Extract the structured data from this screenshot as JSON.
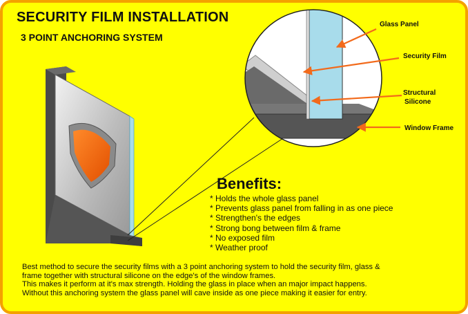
{
  "title": "SECURITY FILM INSTALLATION",
  "subtitle": "3 POINT ANCHORING SYSTEM",
  "labels": {
    "glass_panel": "Glass Panel",
    "security_film": "Security Film",
    "structural_silicone_1": "Structural",
    "structural_silicone_2": "Silicone",
    "window_frame": "Window Frame"
  },
  "benefits": {
    "heading": "Benefits:",
    "items": [
      "* Holds the whole glass panel",
      "* Prevents glass panel from falling in as one piece",
      "* Strengthen's the edges",
      "* Strong bong between film & frame",
      "* No exposed film",
      "* Weather proof"
    ]
  },
  "description": [
    "Best method to secure the security films with a 3 point anchoring system to hold the security film, glass &",
    "frame together with structural silicone on the edge's of the window frames.",
    "This makes it perform at it's max strength. Holding the glass in place when an major impact happens.",
    "Without this anchoring system the glass panel will cave inside as one piece making it easier for entry."
  ],
  "colors": {
    "background": "#ffff00",
    "border": "#f4a100",
    "arrow": "#f26a1b",
    "glass": "#a8dceb",
    "frame": "#555555",
    "shield": "#f26a10"
  }
}
